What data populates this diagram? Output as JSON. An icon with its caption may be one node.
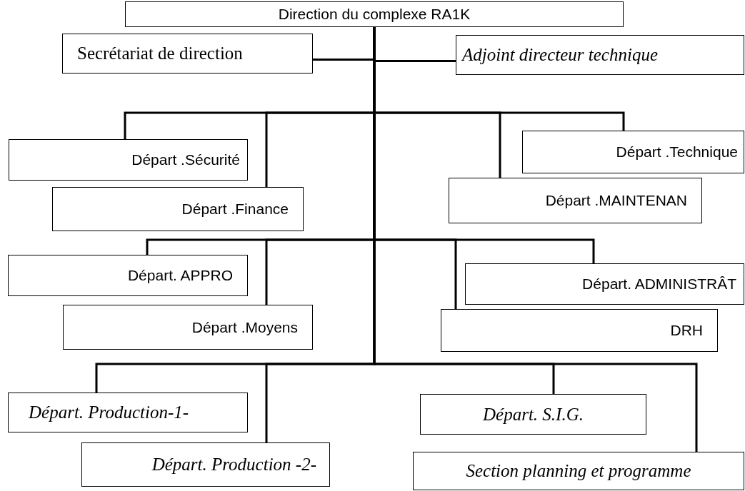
{
  "diagram": {
    "nodes": [
      {
        "text": [
          "Direction du complexe RA1K"
        ]
      },
      {
        "text": [
          "Secrétariat de direction"
        ]
      },
      {
        "text": [
          "Adjoint directeur technique"
        ]
      },
      {
        "text": [
          "Départ .Sécurité"
        ]
      },
      {
        "text": [
          "Départ .Finance"
        ]
      },
      {
        "text": [
          "Départ .Technique"
        ]
      },
      {
        "text": [
          "Départ .MAINTENAN"
        ]
      },
      {
        "text": [
          "Départ. APPRO"
        ]
      },
      {
        "text": [
          "Départ .Moyens"
        ]
      },
      {
        "text": [
          "Départ. ADMINISTRÂT"
        ]
      },
      {
        "text": [
          "DRH"
        ]
      },
      {
        "text": [
          "Départ. Production-1-"
        ]
      },
      {
        "text": [
          "Départ. Production -2-"
        ]
      },
      {
        "text": [
          "Départ. S.I.G."
        ]
      },
      {
        "text": [
          "Section planning et programme"
        ]
      }
    ],
    "edges": [
      {
        "from": 0,
        "to": 1,
        "arrow": "none"
      },
      {
        "from": 0,
        "to": 2,
        "arrow": "none"
      },
      {
        "from": 0,
        "to": 3,
        "arrow": "none"
      },
      {
        "from": 0,
        "to": 4,
        "arrow": "none"
      },
      {
        "from": 0,
        "to": 5,
        "arrow": "none"
      },
      {
        "from": 0,
        "to": 6,
        "arrow": "none"
      },
      {
        "from": 0,
        "to": 7,
        "arrow": "none"
      },
      {
        "from": 0,
        "to": 8,
        "arrow": "none"
      },
      {
        "from": 0,
        "to": 9,
        "arrow": "none"
      },
      {
        "from": 0,
        "to": 10,
        "arrow": "none"
      },
      {
        "from": 0,
        "to": 11,
        "arrow": "none"
      },
      {
        "from": 0,
        "to": 12,
        "arrow": "none"
      },
      {
        "from": 0,
        "to": 13,
        "arrow": "none"
      },
      {
        "from": 0,
        "to": 14,
        "arrow": "none"
      }
    ]
  }
}
